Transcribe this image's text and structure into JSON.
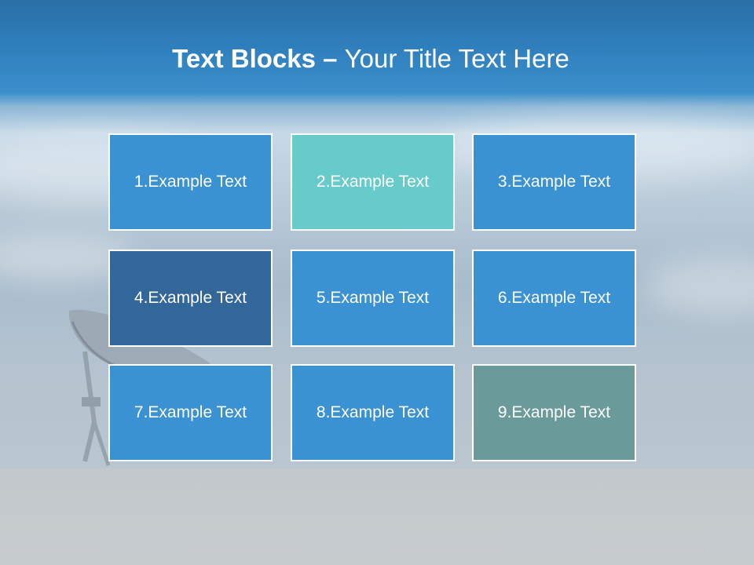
{
  "title": {
    "bold": "Text Blocks",
    "dash": " – ",
    "rest": "Your Title Text Here"
  },
  "colors": {
    "blue": "#3a92d2",
    "teal": "#66cbca",
    "navy": "#336699",
    "slate": "#6a9a9a"
  },
  "blocks": [
    {
      "label": "1.Example Text",
      "color": "#3a92d2"
    },
    {
      "label": "2.Example Text",
      "color": "#66cbca"
    },
    {
      "label": "3.Example Text",
      "color": "#3a92d2"
    },
    {
      "label": "4.Example Text",
      "color": "#336699"
    },
    {
      "label": "5.Example Text",
      "color": "#3a92d2"
    },
    {
      "label": "6.Example Text",
      "color": "#3a92d2"
    },
    {
      "label": "7.Example Text",
      "color": "#3a92d2"
    },
    {
      "label": "8.Example Text",
      "color": "#3a92d2"
    },
    {
      "label": "9.Example Text",
      "color": "#6a9a9a"
    }
  ]
}
